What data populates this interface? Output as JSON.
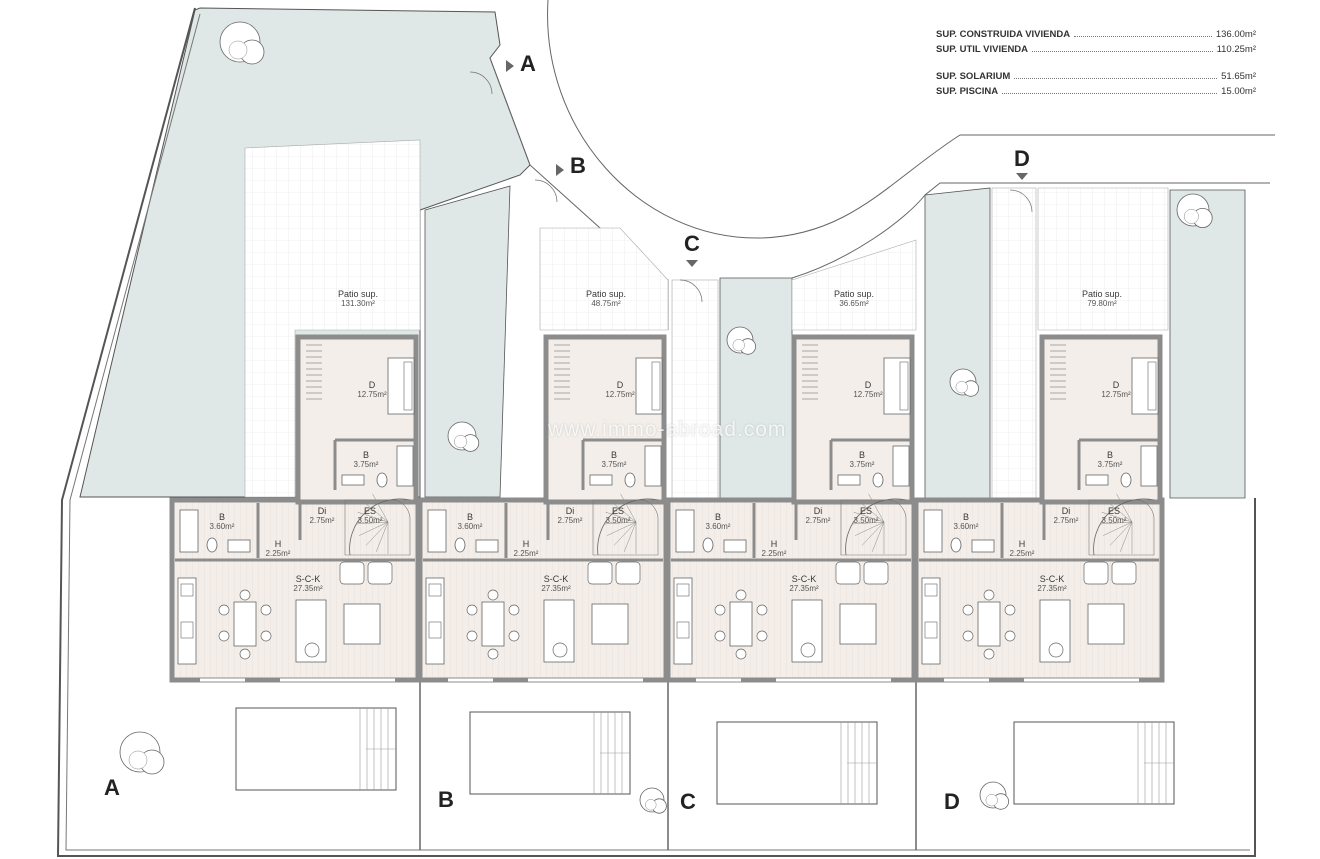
{
  "surfaces": [
    {
      "label": "SUP. CONSTRUIDA VIVIENDA",
      "value": "136.00m²"
    },
    {
      "label": "SUP. UTIL VIVIENDA",
      "value": "110.25m²"
    },
    {
      "label": "SUP. SOLARIUM",
      "value": "51.65m²"
    },
    {
      "label": "SUP. PISCINA",
      "value": "15.00m²"
    }
  ],
  "section_markers": [
    "A",
    "B",
    "C",
    "D"
  ],
  "units": [
    {
      "letter": "A",
      "patio_label": "Patio sup.",
      "patio_area": "131.30m²"
    },
    {
      "letter": "B",
      "patio_label": "Patio sup.",
      "patio_area": "48.75m²"
    },
    {
      "letter": "C",
      "patio_label": "Patio sup.",
      "patio_area": "36.65m²"
    },
    {
      "letter": "D",
      "patio_label": "Patio sup.",
      "patio_area": "79.80m²"
    }
  ],
  "rooms": {
    "bedroom": {
      "name": "D",
      "area": "12.75m²"
    },
    "bath_upper": {
      "name": "B",
      "area": "3.75m²"
    },
    "bath_lower": {
      "name": "B",
      "area": "3.60m²"
    },
    "distributor": {
      "name": "Di",
      "area": "2.75m²"
    },
    "stairs": {
      "name": "ES",
      "area": "3.50m²"
    },
    "hall": {
      "name": "H",
      "area": "2.25m²"
    },
    "living": {
      "name": "S-C-K",
      "area": "27.35m²"
    }
  },
  "watermark": "www.immo-abroad.com",
  "colors": {
    "garden": "#dfe8e6",
    "wall": "#8c8c8c",
    "line": "#555555",
    "floor": "#f3eee9"
  }
}
